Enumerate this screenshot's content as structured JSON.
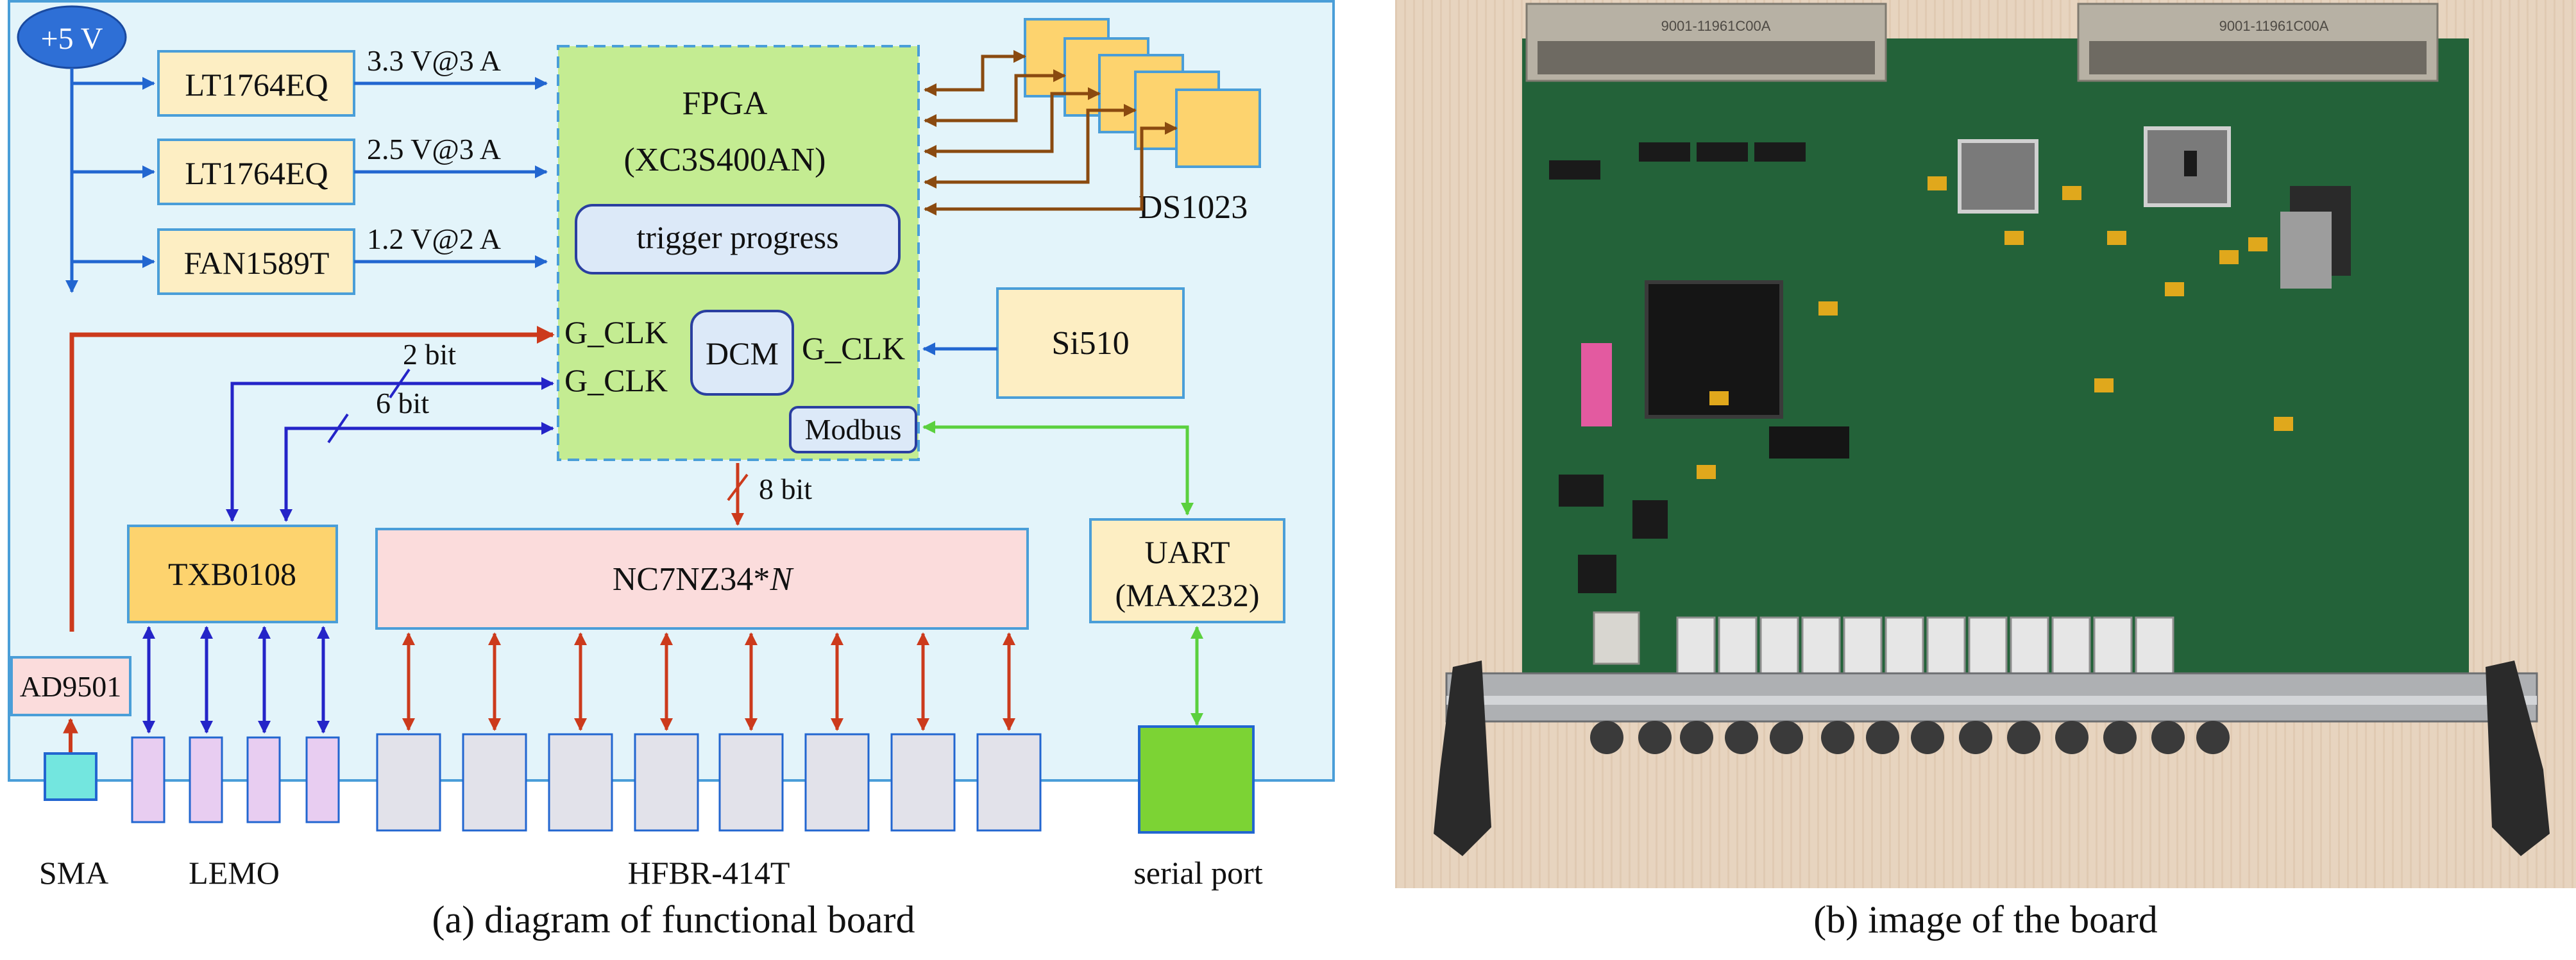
{
  "panel_a": {
    "power_input": "+5 V",
    "regulators": [
      {
        "name": "LT1764EQ",
        "output": "3.3 V@3 A"
      },
      {
        "name": "LT1764EQ",
        "output": "2.5 V@3 A"
      },
      {
        "name": "FAN1589T",
        "output": "1.2 V@2 A"
      }
    ],
    "fpga": {
      "title": "FPGA",
      "part": "(XC3S400AN)",
      "trigger": "trigger progress",
      "dcm": "DCM",
      "gclk_left_1": "G_CLK",
      "gclk_left_2": "G_CLK",
      "gclk_right": "G_CLK",
      "modbus": "Modbus"
    },
    "ds1023": "DS1023",
    "si510": "Si510",
    "bus_2bit": "2 bit",
    "bus_6bit": "6 bit",
    "bus_8bit": "8 bit",
    "txb": "TXB0108",
    "nc7_prefix": "NC7NZ34*",
    "nc7_suffix": "N",
    "uart_line1": "UART",
    "uart_line2": "(MAX232)",
    "ad9501": "AD9501",
    "connector_labels": {
      "sma": "SMA",
      "lemo": "LEMO",
      "hfbr": "HFBR-414T",
      "serial": "serial port"
    },
    "colors": {
      "panel_bg": "#e3f4fa",
      "panel_border": "#4a9ed8",
      "fpga": "#c4ec92",
      "yellow_box": "#fdeec3",
      "orange_box": "#fdd36e",
      "pink_box": "#fbdcdc",
      "lemo": "#e8cdf1",
      "sma": "#73e6df",
      "hfbr": "#e2e2ea",
      "serial_port": "#7cd334",
      "red_line": "#cc3a1c",
      "blue_line": "#2266d0",
      "dark_blue_line": "#2424c8",
      "green_line": "#5bd03e",
      "brown_line": "#8a4a10"
    }
  },
  "panel_b": {
    "photo_silkscreen": [
      "9001-11961C00A",
      "9001-11961C00A"
    ]
  },
  "captions": {
    "a": "(a) diagram of functional board",
    "b": "(b) image of the board"
  }
}
